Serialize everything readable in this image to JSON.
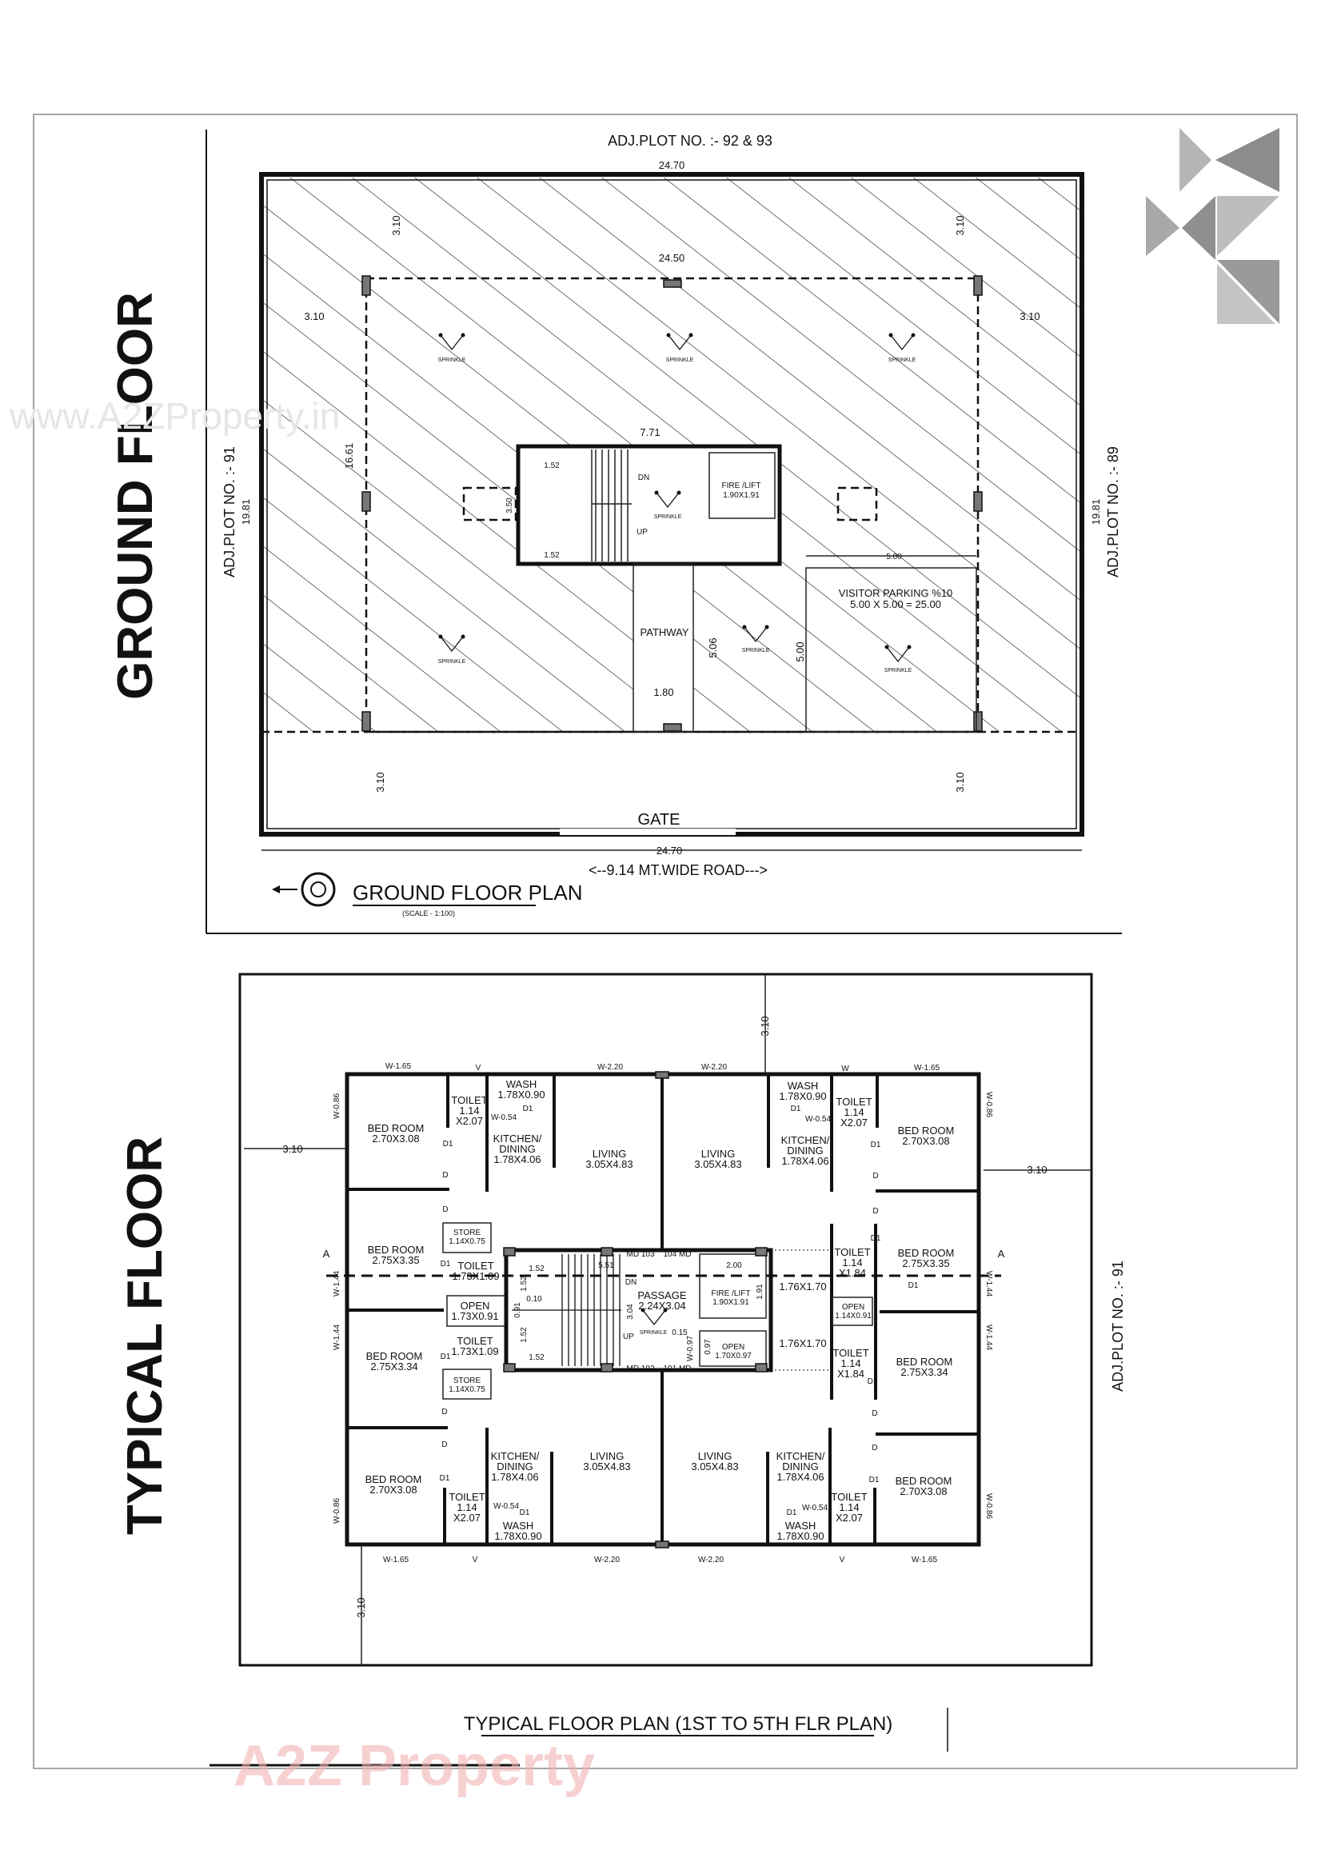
{
  "ground_floor": {
    "side_title": "GROUND FLOOR",
    "adj_top": "ADJ.PLOT NO. :- 92 & 93",
    "adj_left": "ADJ.PLOT NO. :- 91",
    "adj_right": "ADJ.PLOT NO. :- 89",
    "dim_top": "24.70",
    "dim_inner": "24.50",
    "dim_bottom": "24.70",
    "dim_side_left": "19.81",
    "dim_side_right": "19.81",
    "dim_building": "16.61",
    "dim_setback": "3.10",
    "dim_core": "7.71",
    "dim_stair": "1.52",
    "dim_stair_depth": "3.50",
    "dim_pathway_w": "1.80",
    "dim_pathway_l": "5.06",
    "dim_parking_w": "5.00",
    "dim_parking_l": "5.00",
    "dn": "DN",
    "up": "UP",
    "sprinkle": "SPRINKLE",
    "fire_lift": "FIRE /LIFT",
    "fire_lift_size": "1.90X1.91",
    "pathway": "PATHWAY",
    "visitor_parking": "VISITOR PARKING %10",
    "visitor_parking_area": "5.00 X 5.00 = 25.00",
    "gate": "GATE",
    "road": "<--9.14 MT.WIDE  ROAD--->",
    "plan_title": "GROUND FLOOR PLAN",
    "scale": "(SCALE - 1:100)"
  },
  "typical_floor": {
    "side_title": "TYPICAL FLOOR",
    "plan_title": "TYPICAL FLOOR PLAN (1ST TO 5TH FLR PLAN)",
    "adj_right": "ADJ.PLOT NO. :- 91",
    "setback": "3.10",
    "section_mark": "A",
    "rooms": [
      {
        "name": "BED ROOM",
        "size": "2.70X3.08"
      },
      {
        "name": "TOILET",
        "size": "1.14",
        "size2": "X2.07"
      },
      {
        "name": "WASH",
        "size": "1.78X0.90"
      },
      {
        "name": "KITCHEN/",
        "name2": "DINING",
        "size": "1.78X4.06"
      },
      {
        "name": "LIVING",
        "size": "3.05X4.83"
      },
      {
        "name": "LIVING",
        "size": "3.05X4.83"
      },
      {
        "name": "KITCHEN/",
        "name2": "DINING",
        "size": "1.78X4.06"
      },
      {
        "name": "WASH",
        "size": "1.78X0.90"
      },
      {
        "name": "TOILET",
        "size": "1.14",
        "size2": "X2.07"
      },
      {
        "name": "BED ROOM",
        "size": "2.70X3.08"
      },
      {
        "name": "STORE",
        "size": "1.14X0.75"
      },
      {
        "name": "BED ROOM",
        "size": "2.75X3.35"
      },
      {
        "name": "TOILET",
        "size": "1.73X1.09"
      },
      {
        "name": "OPEN",
        "size": "1.73X0.91"
      },
      {
        "name": "TOILET",
        "size": "1.73X1.09"
      },
      {
        "name": "BED ROOM",
        "size": "2.75X3.34"
      },
      {
        "name": "STORE",
        "size": "1.14X0.75"
      },
      {
        "name": "PASSAGE",
        "size": "2.24X3.04"
      },
      {
        "name": "FIRE /LIFT",
        "size": "1.90X1.91"
      },
      {
        "name": "OPEN",
        "size": "1.70X0.97"
      },
      {
        "name": "TOILET",
        "size": "1.14",
        "size2": "X1.84"
      },
      {
        "name": "BED ROOM",
        "size": "2.75X3.35"
      },
      {
        "name": "OPEN",
        "size": "1.14X0.91"
      },
      {
        "name": "TOILET",
        "size": "1.14",
        "size2": "X1.84"
      },
      {
        "name": "BED ROOM",
        "size": "2.75X3.34"
      },
      {
        "name": "BED ROOM",
        "size": "2.70X3.08"
      },
      {
        "name": "KITCHEN/",
        "name2": "DINING",
        "size": "1.78X4.06"
      },
      {
        "name": "TOILET",
        "size": "1.14",
        "size2": "X2.07"
      },
      {
        "name": "WASH",
        "size": "1.78X0.90"
      },
      {
        "name": "LIVING",
        "size": "3.05X4.83"
      },
      {
        "name": "LIVING",
        "size": "3.05X4.83"
      },
      {
        "name": "KITCHEN/",
        "name2": "DINING",
        "size": "1.78X4.06"
      },
      {
        "name": "WASH",
        "size": "1.78X0.90"
      },
      {
        "name": "TOILET",
        "size": "1.14",
        "size2": "X2.07"
      },
      {
        "name": "BED ROOM",
        "size": "2.70X3.08"
      }
    ],
    "windows": {
      "w165": "W-1.65",
      "w220": "W-2.20",
      "w086": "W-0.86",
      "w144": "W-1.44",
      "w054": "W-0.54",
      "w097": "W-0.97",
      "v": "V",
      "w": "W"
    },
    "doors": {
      "d": "D",
      "d1": "D1"
    },
    "core": {
      "md103": "MD 103",
      "md104": "104 MD",
      "md102": "MD 102",
      "md101": "101 MD",
      "dim_152": "1.52",
      "dim_551": "5.51",
      "dim_010": "0.10",
      "dim_091": "0.91",
      "dim_304": "3.04",
      "dim_015": "0.15",
      "dim_200": "2.00",
      "dim_191": "1.91",
      "dim_097": "0.97",
      "lobby": "1.76X1.70",
      "dn": "DN",
      "up": "UP",
      "sprinkle": "SPRINKLE"
    }
  },
  "watermarks": {
    "url": "www.A2ZProperty.in",
    "brand": "A2Z Property"
  },
  "colors": {
    "ink": "#111111",
    "logo_gray": "#9a9a9a",
    "brand_red": "#f2b3b3",
    "brand_blue": "#b7c9ee",
    "brand_green": "#c9e6b3",
    "brand_yellow": "#f4e3a6"
  }
}
